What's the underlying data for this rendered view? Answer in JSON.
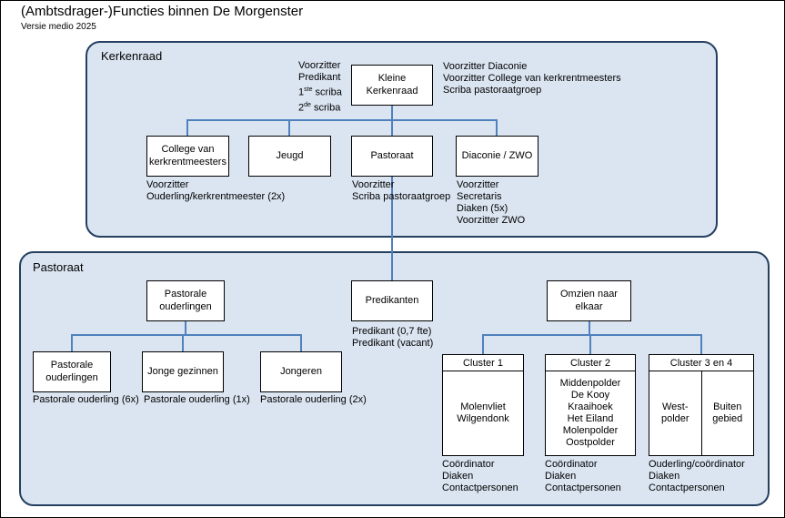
{
  "page": {
    "title": "(Ambtsdrager-)Functies binnen De Morgenster",
    "subtitle": "Versie medio 2025"
  },
  "colors": {
    "panel_fill": "#dbe5f1",
    "panel_border": "#243f60",
    "connector": "#4f81bd",
    "node_border": "#000000"
  },
  "kerkenraad": {
    "label": "Kerkenraad",
    "kleine_kerkenraad": {
      "line1": "Kleine",
      "line2": "Kerkenraad"
    },
    "left_notes": {
      "line1": "Voorzitter",
      "line2": "Predikant",
      "line3_base": "1",
      "line3_sup": "ste",
      "line3_rest": " scriba",
      "line4_base": "2",
      "line4_sup": "de",
      "line4_rest": " scriba"
    },
    "right_notes": [
      "Voorzitter Diaconie",
      "Voorzitter College van kerkrentmeesters",
      "Scriba pastoraatgroep"
    ],
    "college": {
      "line1": "College van",
      "line2": "kerkrentmeesters",
      "notes": [
        "Voorzitter",
        "Ouderling/kerkrentmeester (2x)"
      ]
    },
    "jeugd": {
      "label": "Jeugd"
    },
    "pastoraat_box": {
      "label": "Pastoraat",
      "notes": [
        "Voorzitter",
        "Scriba pastoraatgroep"
      ]
    },
    "diaconie": {
      "label": "Diaconie / ZWO",
      "notes": [
        "Voorzitter",
        "Secretaris",
        "Diaken (5x)",
        "Voorzitter ZWO"
      ]
    }
  },
  "pastoraat": {
    "label": "Pastoraat",
    "pastorale_ouderlingen": {
      "line1": "Pastorale",
      "line2": "ouderlingen"
    },
    "predikanten": {
      "label": "Predikanten",
      "notes": [
        "Predikant (0,7 fte)",
        "Predikant (vacant)"
      ]
    },
    "omzien": {
      "line1": "Omzien naar",
      "line2": "elkaar"
    },
    "sub_pastorale_ouderlingen": {
      "line1": "Pastorale",
      "line2": "ouderlingen",
      "note": "Pastorale ouderling (6x)"
    },
    "jonge_gezinnen": {
      "label": "Jonge gezinnen",
      "note": "Pastorale ouderling (1x)"
    },
    "jongeren": {
      "label": "Jongeren",
      "note": "Pastorale ouderling (2x)"
    },
    "cluster1": {
      "title": "Cluster 1",
      "body": [
        "Molenvliet",
        "Wilgendonk"
      ],
      "notes": [
        "Coördinator",
        "Diaken",
        "Contactpersonen"
      ]
    },
    "cluster2": {
      "title": "Cluster 2",
      "body": [
        "Middenpolder",
        "De Kooy",
        "Kraaihoek",
        "Het Eiland",
        "Molenpolder",
        "Oostpolder"
      ],
      "notes": [
        "Coördinator",
        "Diaken",
        "Contactpersonen"
      ]
    },
    "cluster34": {
      "title": "Cluster 3 en 4",
      "left_cell": [
        "West-",
        "polder"
      ],
      "right_cell": [
        "Buiten",
        "gebied"
      ],
      "notes": [
        "Ouderling/coördinator",
        "Diaken",
        "Contactpersonen"
      ]
    }
  }
}
